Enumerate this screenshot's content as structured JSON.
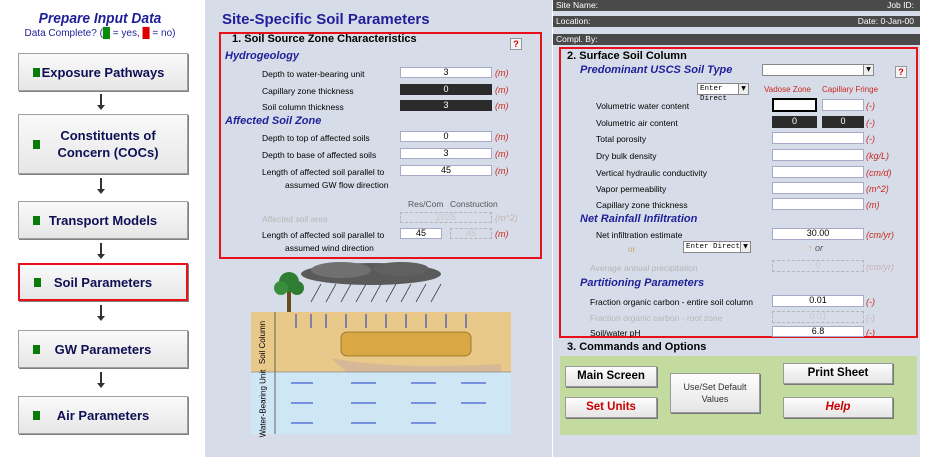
{
  "sidebar": {
    "title": "Prepare Input Data",
    "subtitle_prefix": "Data Complete? (",
    "subtitle_yes_mark": "█",
    "subtitle_yes": " = yes,  ",
    "subtitle_no_mark": "█",
    "subtitle_no": " = no)",
    "items": [
      {
        "label": "Exposure Pathways"
      },
      {
        "label": "Constituents of Concern (COCs)"
      },
      {
        "label": "Transport Models"
      },
      {
        "label": "Soil Parameters"
      },
      {
        "label": "GW Parameters"
      },
      {
        "label": "Air Parameters"
      }
    ]
  },
  "page_title": "Site-Specific Soil Parameters",
  "header": {
    "site_name": "Site Name:",
    "job_id": "Job ID:",
    "location": "Location:",
    "date": "Date:  0-Jan-00",
    "compl_by": "Compl. By:"
  },
  "section1": {
    "title": "1.  Soil Source Zone Characteristics",
    "help": "?",
    "hydrogeology": "Hydrogeology",
    "depth_water": {
      "label": "Depth to water-bearing unit",
      "value": "3",
      "unit": "(m)"
    },
    "cap_zone": {
      "label": "Capillary zone thickness",
      "value": "0",
      "unit": "(m)"
    },
    "soil_col": {
      "label": "Soil column thickness",
      "value": "3",
      "unit": "(m)"
    },
    "affected": "Affected Soil Zone",
    "depth_top": {
      "label": "Depth to top of affected soils",
      "value": "0",
      "unit": "(m)"
    },
    "depth_base": {
      "label": "Depth to base of affected soils",
      "value": "3",
      "unit": "(m)"
    },
    "len_gw": {
      "label1": "Length of affected soil parallel to",
      "label2": "assumed GW flow direction",
      "value": "45",
      "unit": "(m)"
    },
    "col_rescom": "Res/Com",
    "col_construction": "Construction",
    "area": {
      "label": "Affected soil area",
      "value": "2025",
      "unit": "(m^2)"
    },
    "len_wind": {
      "label1": "Length of affected soil parallel to",
      "label2": "assumed wind direction",
      "value": "45",
      "value2": "45",
      "unit": "(m)"
    }
  },
  "diagram": {
    "soil_label": "Soil Column",
    "water_label": "Water-Bearing Unit"
  },
  "section2": {
    "title": "2.  Surface Soil Column",
    "uscs": "Predominant USCS Soil Type",
    "uscs_select": "",
    "help": "?",
    "enter_direct": "Enter Direct",
    "vadose": "Vadose Zone",
    "cap_fringe": "Capillary Fringe",
    "rows": [
      {
        "label": "Volumetric water content",
        "v1": "",
        "v2": "",
        "unit": "(-)"
      },
      {
        "label": "Volumetric air content",
        "v1": "0",
        "v2": "0",
        "unit": "(-)"
      },
      {
        "label": "Total porosity",
        "v1": "",
        "unit": "(-)"
      },
      {
        "label": "Dry bulk density",
        "v1": "",
        "unit": "(kg/L)"
      },
      {
        "label": "Vertical hydraulic conductivity",
        "v1": "",
        "unit": "(cm/d)"
      },
      {
        "label": "Vapor permeability",
        "v1": "",
        "unit": "(m^2)"
      },
      {
        "label": "Capillary zone thickness",
        "v1": "",
        "unit": "(m)"
      }
    ],
    "net_rain": "Net Rainfall Infiltration",
    "net_infil": {
      "label": "Net infiltration estimate",
      "value": "30.00",
      "unit": "(cm/yr)"
    },
    "or1": "or",
    "enter_direct2": "Enter Direct",
    "or2": "or",
    "avg_precip": {
      "label": "Average annual precipitation",
      "value": "0",
      "unit": "(cm/yr)"
    },
    "partition": "Partitioning Parameters",
    "foc_soil": {
      "label": "Fraction organic carbon - entire soil column",
      "value": "0.01",
      "unit": "(-)"
    },
    "foc_root": {
      "label": "Fraction organic carbon - root zone",
      "value": "0.01",
      "unit": "(-)"
    },
    "ph": {
      "label": "Soil/water pH",
      "value": "6.8",
      "unit": "(-)"
    }
  },
  "section3": {
    "title": "3.  Commands and Options",
    "main_screen": "Main Screen",
    "use_default": "Use/Set Default Values",
    "print_sheet": "Print Sheet",
    "set_units": "Set Units",
    "help": "Help"
  }
}
